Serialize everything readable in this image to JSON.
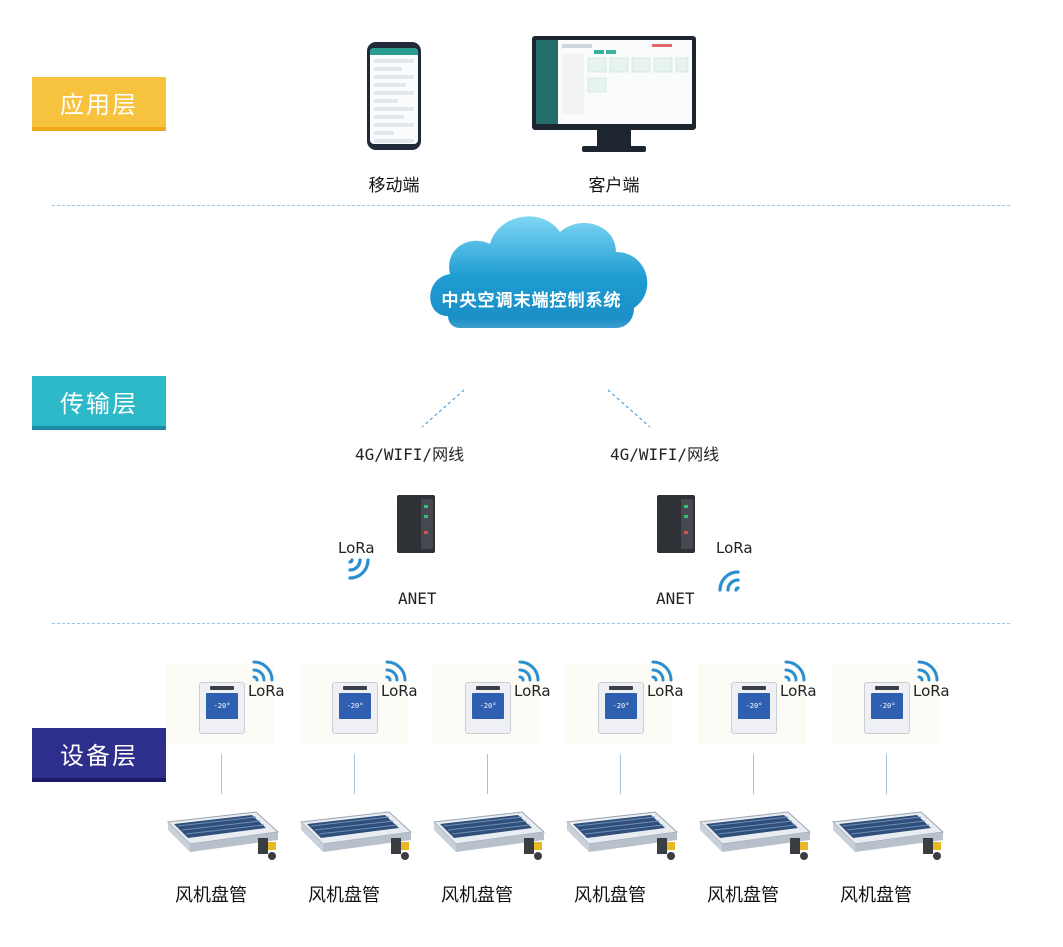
{
  "layers": {
    "application": "应用层",
    "transport": "传输层",
    "device": "设备层"
  },
  "application": {
    "mobile_label": "移动端",
    "client_label": "客户端"
  },
  "cloud": {
    "title": "中央空调末端控制系统"
  },
  "transport": {
    "link_left": "4G/WIFI/网线",
    "link_right": "4G/WIFI/网线",
    "gateway_left_name": "ANET",
    "gateway_right_name": "ANET",
    "lora_left": "LoRa",
    "lora_right": "LoRa"
  },
  "devices": [
    {
      "lora": "LoRa",
      "name": "风机盘管"
    },
    {
      "lora": "LoRa",
      "name": "风机盘管"
    },
    {
      "lora": "LoRa",
      "name": "风机盘管"
    },
    {
      "lora": "LoRa",
      "name": "风机盘管"
    },
    {
      "lora": "LoRa",
      "name": "风机盘管"
    },
    {
      "lora": "LoRa",
      "name": "风机盘管"
    }
  ],
  "colors": {
    "app_layer": "#f7c23d",
    "transport_layer": "#2db9c8",
    "device_layer": "#2e2e8c",
    "signal": "#2a8fd0",
    "cloud": "#2ba7d6"
  }
}
